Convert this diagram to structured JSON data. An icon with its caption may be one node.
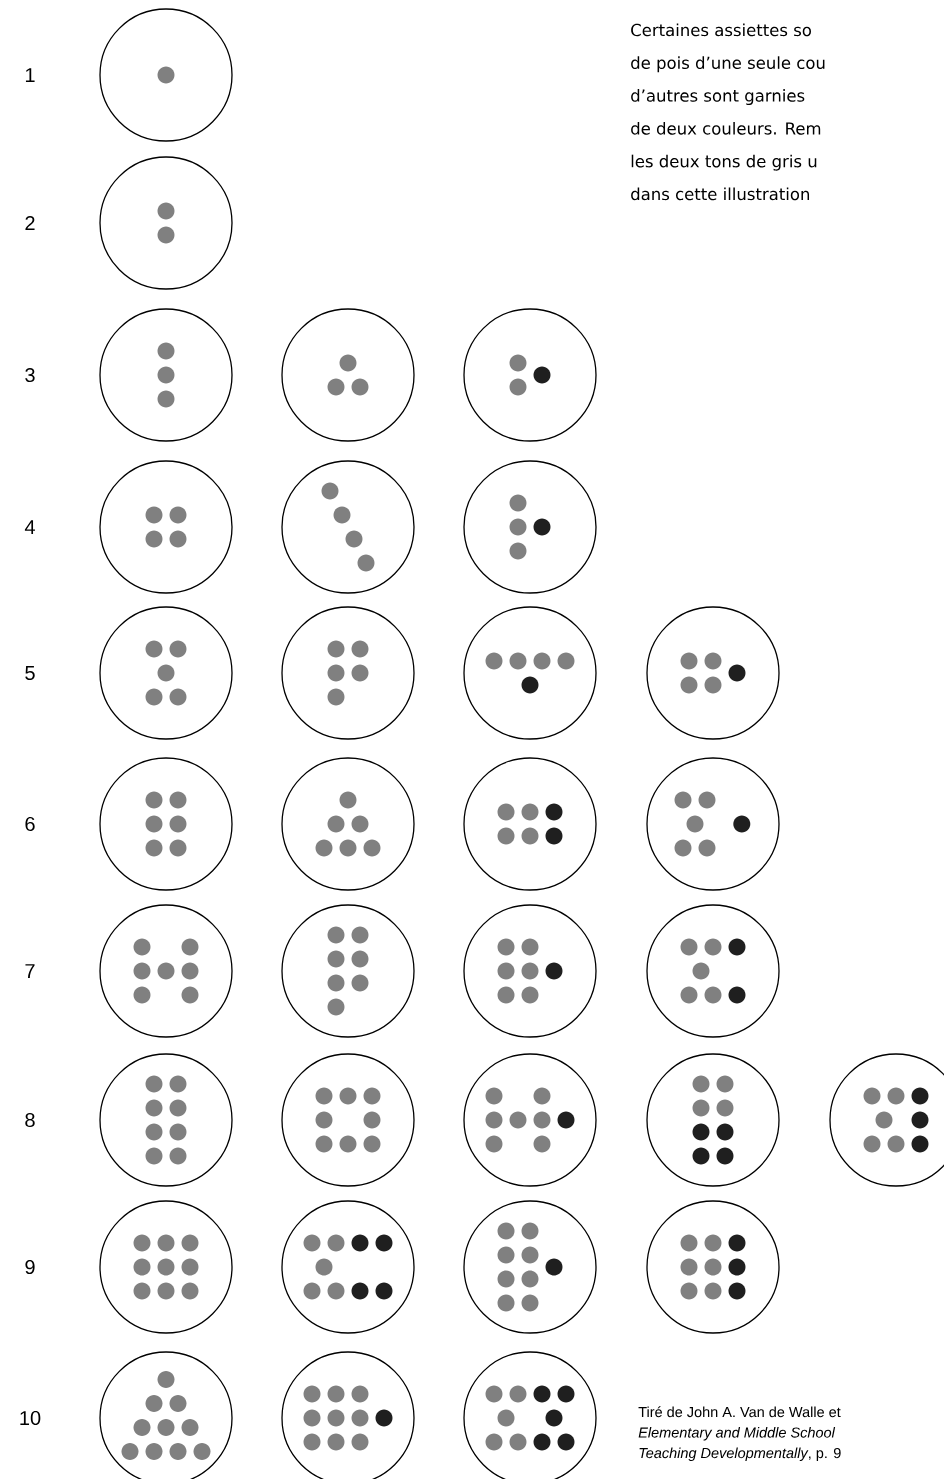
{
  "diagram": {
    "labels": [
      "1",
      "Certaines assiettes so",
      "de pois d’une seule cou",
      "d’autres sont garnies",
      "de deux couleurs. Rem",
      "les deux tons de gris u",
      "dans cette illustration",
      "2",
      "3",
      "4",
      "5",
      "6",
      "7",
      "8",
      "9",
      "10",
      "Tiré de John A. Van de Walle et",
      "Elementary and Middle School",
      "*Teaching Developmentally*, p. 9"
    ]
  }
}
